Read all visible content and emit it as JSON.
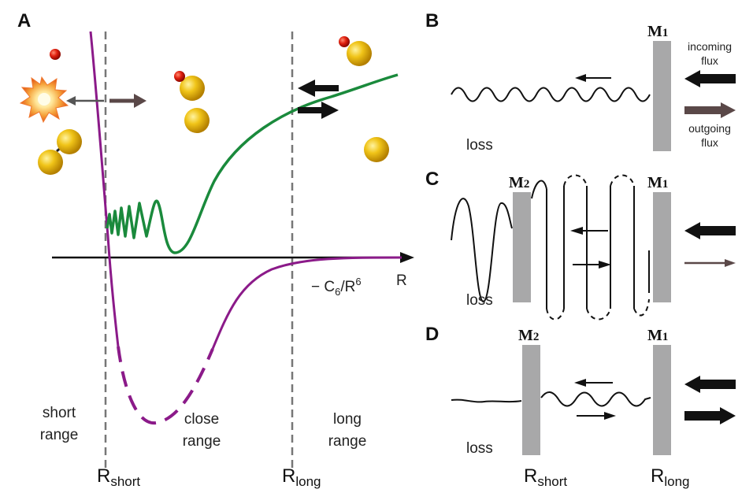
{
  "panels": {
    "A": "A",
    "B": "B",
    "C": "C",
    "D": "D"
  },
  "axis": {
    "r_label": "R",
    "potential_label": "− C",
    "potential_sub": "6",
    "potential_mid": "/R",
    "potential_sup": "6"
  },
  "ranges": {
    "short_line1": "short",
    "short_line2": "range",
    "close_line1": "close",
    "close_line2": "range",
    "long_line1": "long",
    "long_line2": "range"
  },
  "radii": {
    "short_main": "R",
    "short_sub": "short",
    "long_main": "R",
    "long_sub": "long"
  },
  "mirrors": {
    "m1": "M",
    "m1_sub": "1",
    "m2": "M",
    "m2_sub": "2"
  },
  "flux": {
    "incoming_line1": "incoming",
    "incoming_line2": "flux",
    "outgoing_line1": "outgoing",
    "outgoing_line2": "flux"
  },
  "loss": "loss",
  "colors": {
    "potential": "#8b1a89",
    "wave_green": "#1a8a3c",
    "mirror": "#a8a8a9",
    "gold": "#e2b20e",
    "red_atom": "#d0180e",
    "brown_arrow": "#5a4848"
  }
}
